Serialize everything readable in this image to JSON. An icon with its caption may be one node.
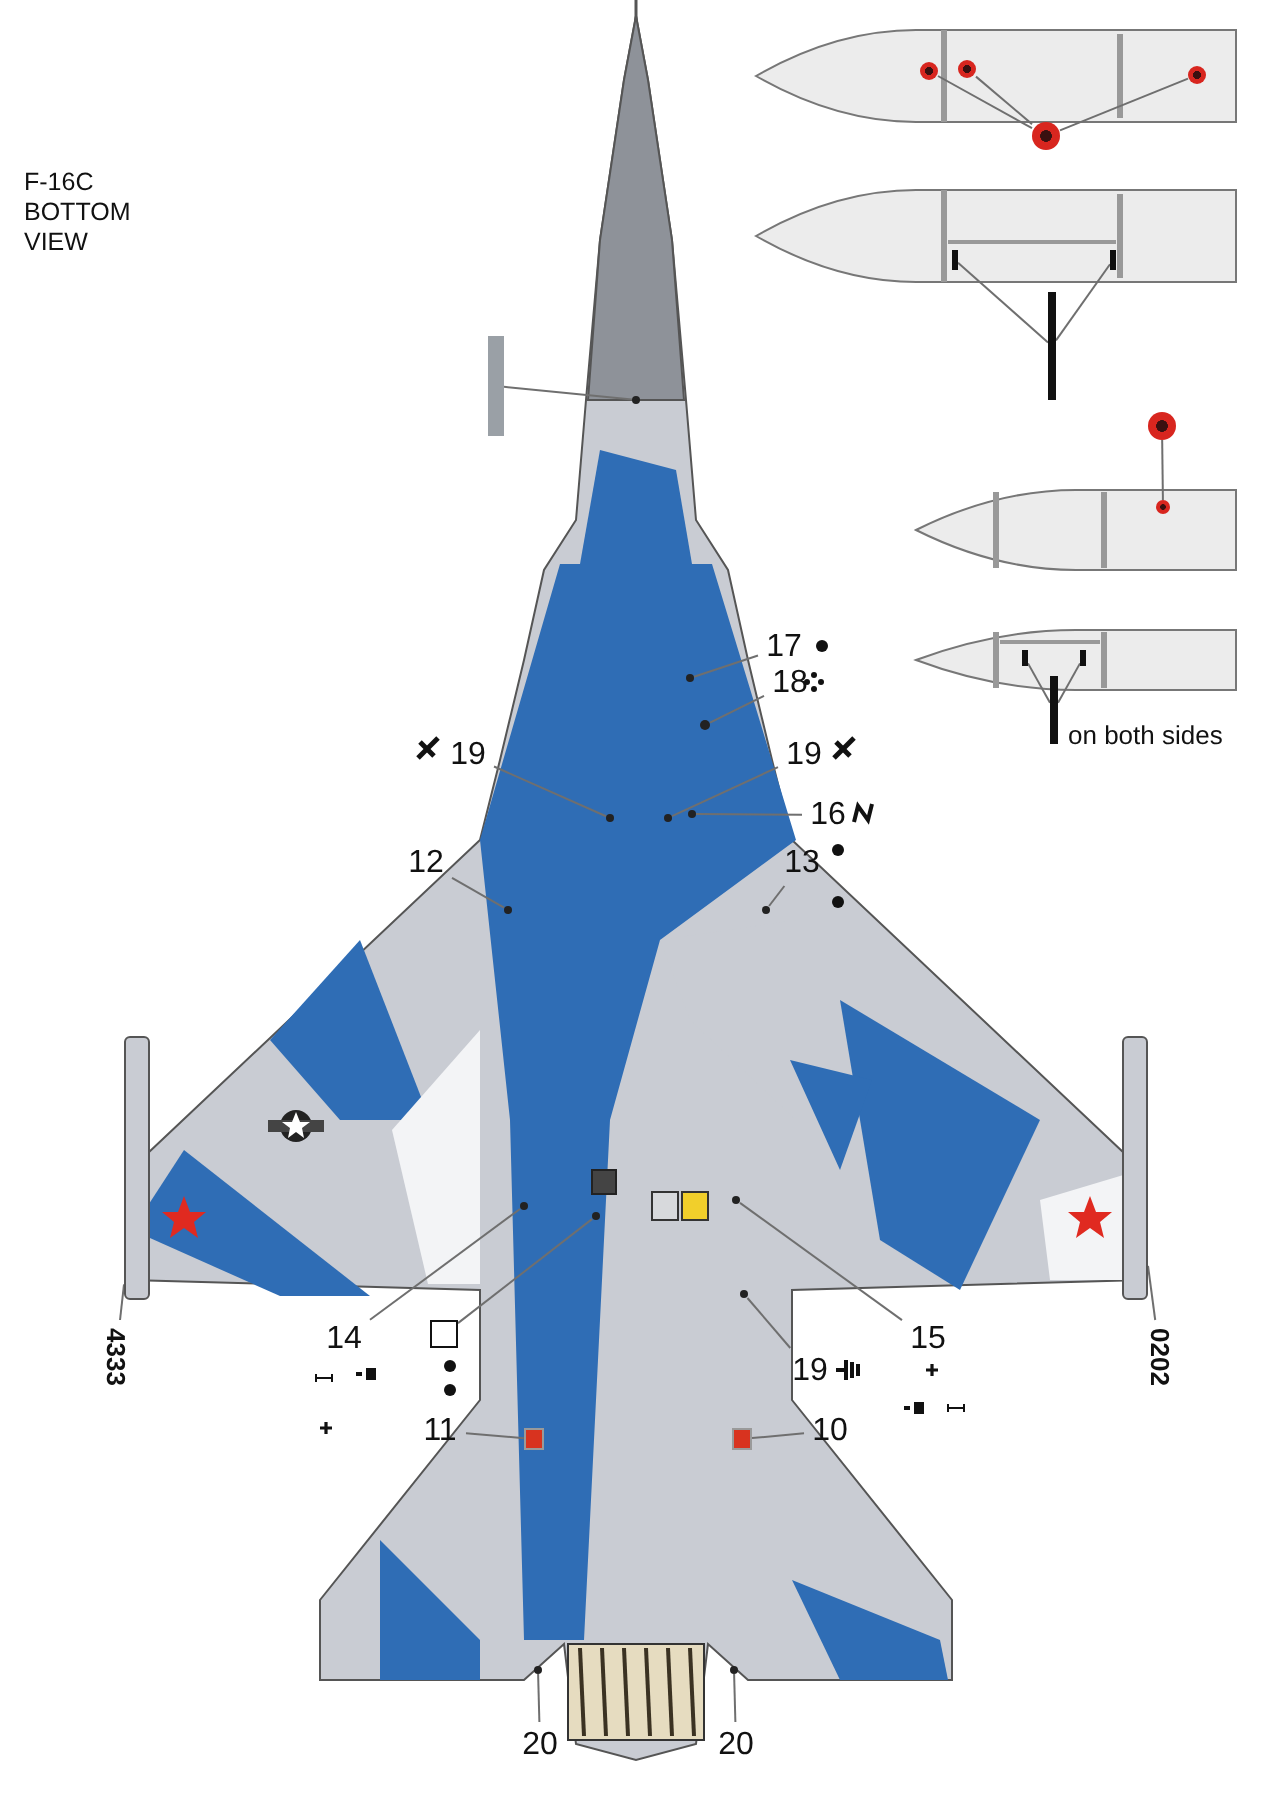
{
  "diagram": {
    "title": "F-16C BOTTOM VIEW",
    "nodes": [
      {
        "text": [
          "17"
        ]
      },
      {
        "text": [],
        "shape": "circle"
      },
      {
        "text": [
          "18"
        ]
      },
      {
        "text": [],
        "shape": "circle"
      },
      {
        "text": [
          "19"
        ]
      },
      {
        "text": [],
        "shape": "circle"
      },
      {
        "text": [
          "19"
        ]
      },
      {
        "text": [],
        "shape": "circle"
      },
      {
        "text": [
          "16"
        ]
      },
      {
        "text": [],
        "shape": "circle"
      },
      {
        "text": [
          "12"
        ]
      },
      {
        "text": [],
        "shape": "circle"
      },
      {
        "text": [
          "13"
        ]
      },
      {
        "text": [],
        "shape": "circle"
      },
      {
        "text": [
          "14"
        ]
      },
      {
        "text": [],
        "shape": "circle"
      },
      {
        "text": [],
        "shape": "box"
      },
      {
        "text": [],
        "shape": "circle"
      },
      {
        "text": [
          "15"
        ]
      },
      {
        "text": [],
        "shape": "circle"
      },
      {
        "text": [
          "19"
        ]
      },
      {
        "text": [],
        "shape": "circle"
      },
      {
        "text": [
          "11"
        ]
      },
      {
        "text": [],
        "shape": "box"
      },
      {
        "text": [
          "10"
        ]
      },
      {
        "text": [],
        "shape": "box"
      },
      {
        "text": [
          "20"
        ]
      },
      {
        "text": [],
        "shape": "circle"
      },
      {
        "text": [
          "20"
        ]
      },
      {
        "text": [],
        "shape": "circle"
      },
      {
        "text": [
          "4333"
        ]
      },
      {
        "text": [],
        "shape": "bar"
      },
      {
        "text": [
          "0202"
        ]
      },
      {
        "text": [],
        "shape": "bar"
      },
      {
        "text": [],
        "shape": "bar"
      },
      {
        "text": [],
        "shape": "circle"
      },
      {
        "text": [],
        "shape": "circle"
      },
      {
        "text": [],
        "shape": "circle"
      },
      {
        "text": [],
        "shape": "circle"
      },
      {
        "text": [],
        "shape": "circle"
      },
      {
        "text": [],
        "shape": "bar"
      },
      {
        "text": [],
        "shape": "bar"
      },
      {
        "text": [],
        "shape": "bar"
      },
      {
        "text": [],
        "shape": "circle"
      },
      {
        "text": [],
        "shape": "circle"
      },
      {
        "text": [],
        "shape": "bar"
      },
      {
        "text": [],
        "shape": "bar"
      },
      {
        "text": [],
        "shape": "bar"
      }
    ],
    "edges": [
      {
        "from": 0,
        "to": 1,
        "arrow": "none"
      },
      {
        "from": 2,
        "to": 3,
        "arrow": "none"
      },
      {
        "from": 4,
        "to": 5,
        "arrow": "none"
      },
      {
        "from": 6,
        "to": 7,
        "arrow": "none"
      },
      {
        "from": 8,
        "to": 9,
        "arrow": "none"
      },
      {
        "from": 10,
        "to": 11,
        "arrow": "none"
      },
      {
        "from": 12,
        "to": 13,
        "arrow": "none"
      },
      {
        "from": 14,
        "to": 15,
        "arrow": "none"
      },
      {
        "from": 16,
        "to": 17,
        "arrow": "none"
      },
      {
        "from": 18,
        "to": 19,
        "arrow": "none"
      },
      {
        "from": 20,
        "to": 21,
        "arrow": "none"
      },
      {
        "from": 22,
        "to": 23,
        "arrow": "none"
      },
      {
        "from": 24,
        "to": 25,
        "arrow": "none"
      },
      {
        "from": 26,
        "to": 27,
        "arrow": "none"
      },
      {
        "from": 28,
        "to": 29,
        "arrow": "none"
      },
      {
        "from": 30,
        "to": 31,
        "arrow": "none"
      },
      {
        "from": 32,
        "to": 33,
        "arrow": "none"
      },
      {
        "from": 34,
        "to": 35,
        "arrow": "none"
      },
      {
        "from": 36,
        "to": 37,
        "arrow": "none"
      },
      {
        "from": 36,
        "to": 38,
        "arrow": "none"
      },
      {
        "from": 36,
        "to": 39,
        "arrow": "none"
      },
      {
        "from": 40,
        "to": 41,
        "arrow": "none"
      },
      {
        "from": 40,
        "to": 42,
        "arrow": "none"
      },
      {
        "from": 43,
        "to": 44,
        "arrow": "none"
      },
      {
        "from": 45,
        "to": 46,
        "arrow": "none"
      },
      {
        "from": 45,
        "to": 47,
        "arrow": "none"
      }
    ],
    "labels": [
      "on both sides"
    ]
  }
}
